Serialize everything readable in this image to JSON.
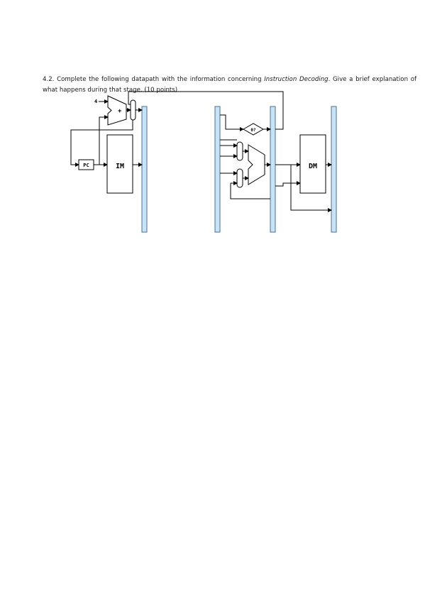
{
  "question": {
    "prefix": "4.2. Complete the following datapath with the information concerning ",
    "emphasis": "Instruction Decoding",
    "suffix": ". Give a brief explanation of what happens during that stage. (10 points)"
  },
  "diagram": {
    "constant_label": "4",
    "adder_label": "+",
    "pc_label": "PC",
    "im_label": "IM",
    "zero_test_label": "0?",
    "dm_label": "DM"
  }
}
